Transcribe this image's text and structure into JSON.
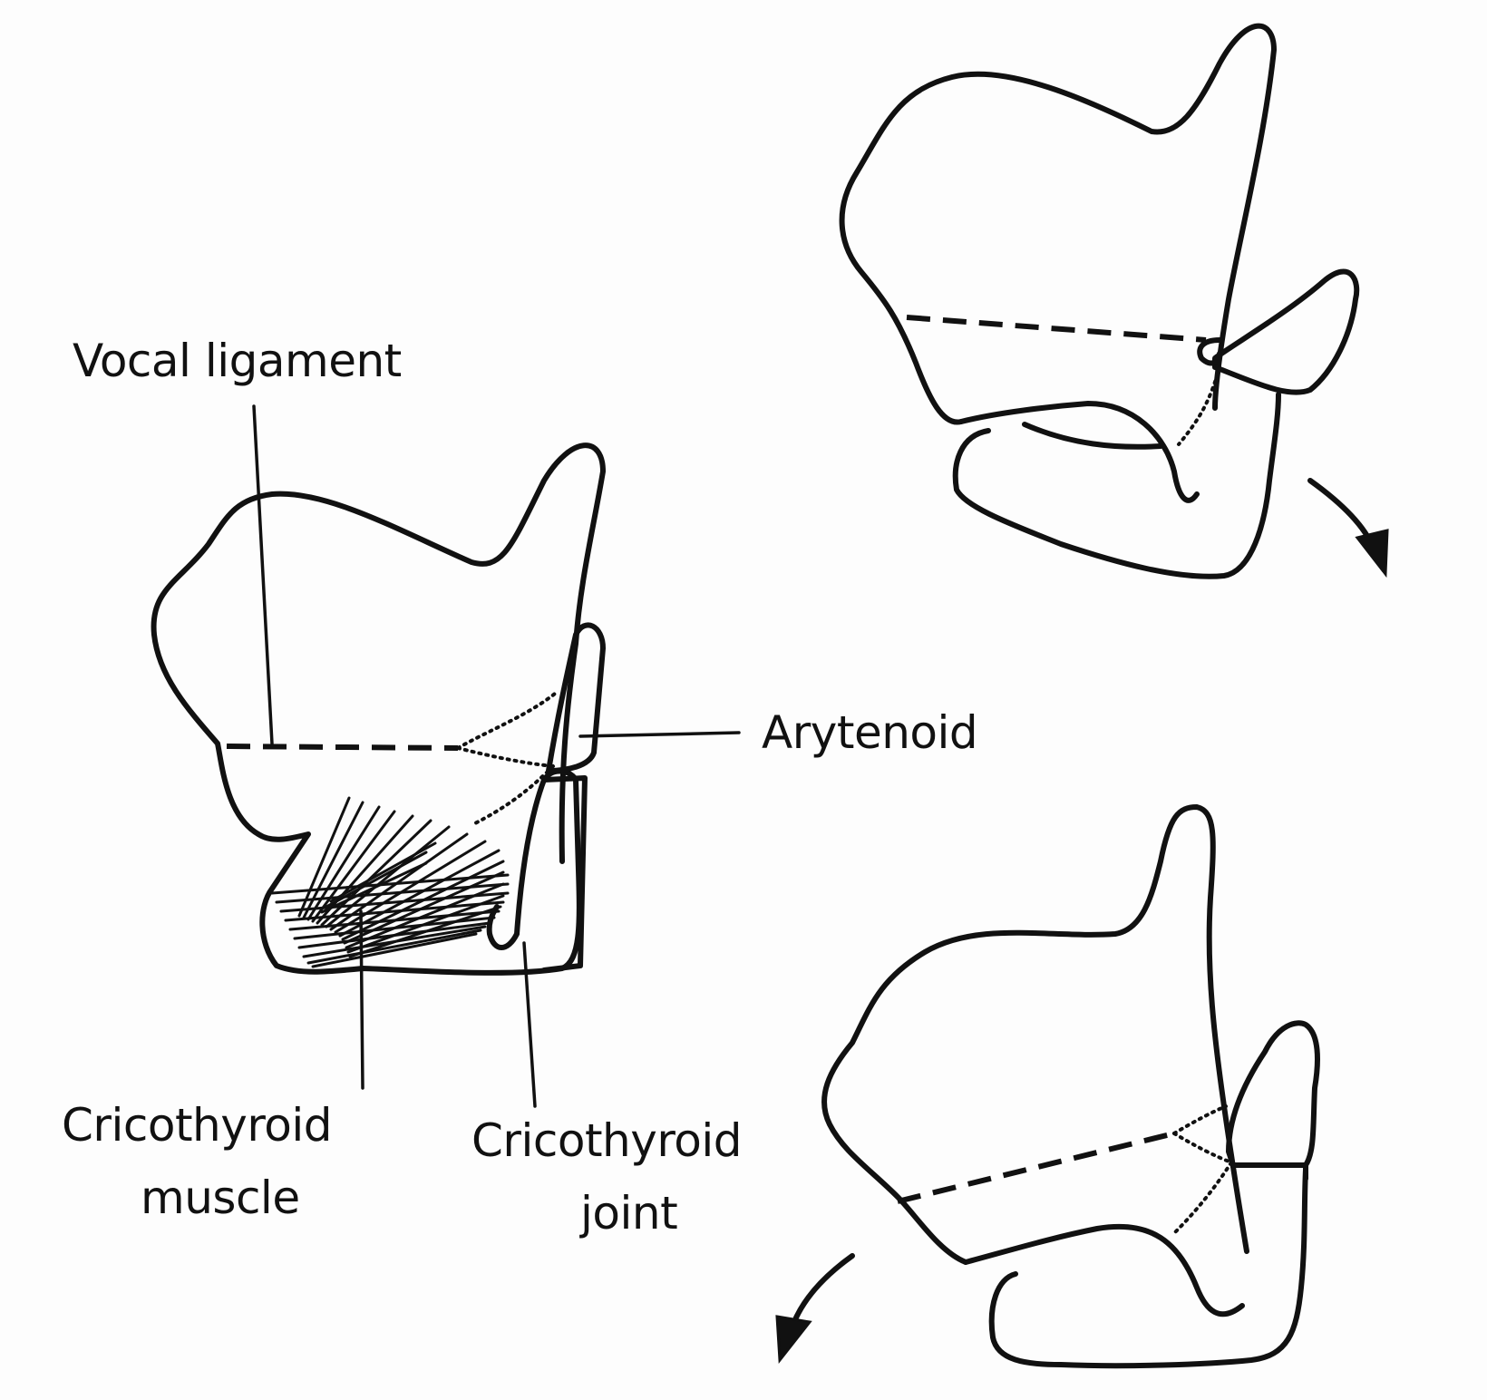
{
  "labels": {
    "vocal_ligament": "Vocal ligament",
    "arytenoid": "Arytenoid",
    "cricothyroid_muscle_line1": "Cricothyroid",
    "cricothyroid_muscle_line2": "muscle",
    "cricothyroid_joint_line1": "Cricothyroid",
    "cricothyroid_joint_line2": "joint"
  },
  "colors": {
    "ink": "#111111",
    "paper": "#fdfdfd"
  }
}
